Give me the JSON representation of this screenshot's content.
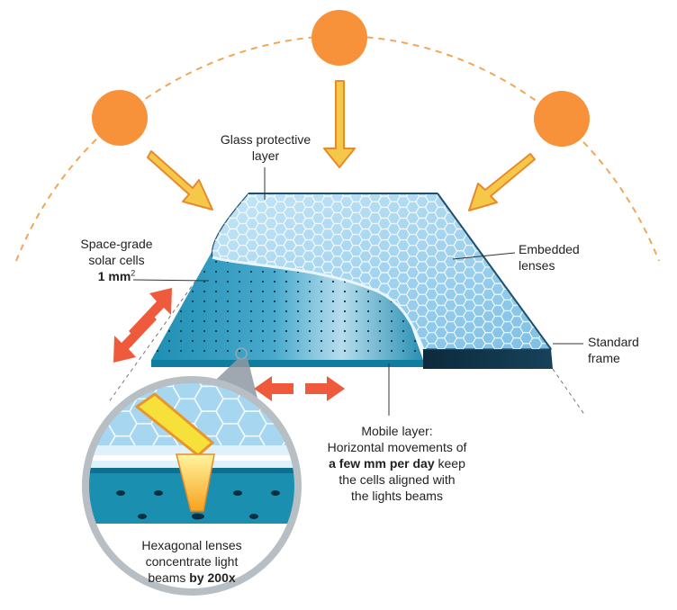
{
  "labels": {
    "glass": [
      "Glass protective",
      "layer"
    ],
    "cells": {
      "line1": "Space-grade",
      "line2": "solar cells",
      "size": "1 mm",
      "exponent": "2"
    },
    "lenses": [
      "Embedded",
      "lenses"
    ],
    "frame": [
      "Standard",
      "frame"
    ],
    "mobile": {
      "line1": "Mobile layer:",
      "line2": "Horizontal movements of",
      "line3_bold": "a few mm per day",
      "line3_rest": " keep",
      "line4": "the cells aligned with",
      "line5": "the lights beams"
    },
    "hex": {
      "line1": "Hexagonal lenses",
      "line2": "concentrate light",
      "line3_plain": "beams ",
      "line3_bold": "by 200x"
    }
  },
  "colors": {
    "sun": "#f7923a",
    "sun_ray_fill": "#f6c84a",
    "sun_ray_outline": "#e88a2c",
    "movement_arrow": "#ef5a3c",
    "glass_blue": "#a9d6f0",
    "cell_teal": "#1a8fb0",
    "frame_dark": "#0d2a3c",
    "dashed_arc": "#f2a65a"
  },
  "icons": [
    "sun-icon",
    "sun-ray-arrow-icon",
    "movement-arrow-icon",
    "magnifier-icon"
  ]
}
